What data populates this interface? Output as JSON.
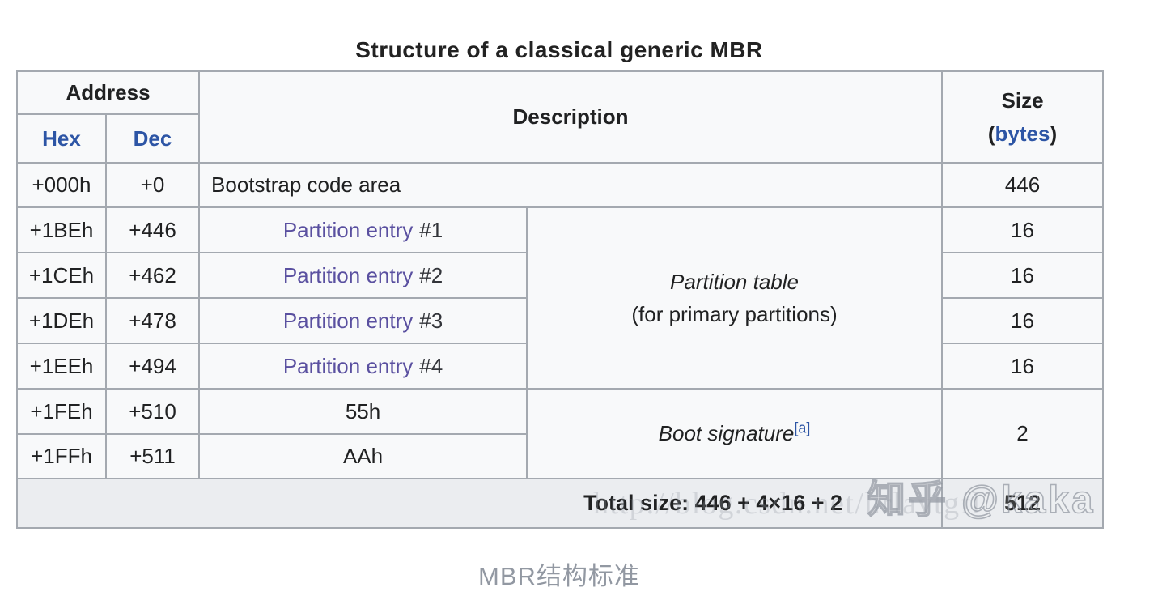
{
  "title": "Structure of a classical generic MBR",
  "caption": "MBR结构标准",
  "colors": {
    "table_background": "#f8f9fa",
    "border": "#a4a9b0",
    "total_row_background": "#ebedf0",
    "link_blue": "#2d55a5",
    "link_visited_purple": "#5a50a0",
    "text": "#202122",
    "caption_gray": "#9298a2"
  },
  "table": {
    "headers": {
      "address": "Address",
      "hex": "Hex",
      "dec": "Dec",
      "description": "Description",
      "size_label": "Size",
      "size_unit_open": "(",
      "size_unit": "bytes",
      "size_unit_close": ")"
    },
    "rows": [
      {
        "hex": "+000h",
        "dec": "+0",
        "desc": "Bootstrap code area",
        "size": "446"
      },
      {
        "hex": "+1BEh",
        "dec": "+446",
        "link_text": "Partition entry",
        "num": "#1",
        "size": "16"
      },
      {
        "hex": "+1CEh",
        "dec": "+462",
        "link_text": "Partition entry",
        "num": "#2",
        "size": "16"
      },
      {
        "hex": "+1DEh",
        "dec": "+478",
        "link_text": "Partition entry",
        "num": "#3",
        "size": "16"
      },
      {
        "hex": "+1EEh",
        "dec": "+494",
        "link_text": "Partition entry",
        "num": "#4",
        "size": "16"
      },
      {
        "hex": "+1FEh",
        "dec": "+510",
        "desc": "55h",
        "size": "2"
      },
      {
        "hex": "+1FFh",
        "dec": "+511",
        "desc": "AAh"
      }
    ],
    "partition_table_line1": "Partition table",
    "partition_table_line2": "(for primary partitions)",
    "boot_signature": "Boot signature",
    "boot_signature_ref": "[a]",
    "total_label": "Total size: 446 + 4×16 + 2",
    "total_value": "512"
  },
  "watermarks": {
    "zhihu": "知乎 @kaka",
    "url": "http://blog.csdn.net/hrlavtgfl"
  }
}
